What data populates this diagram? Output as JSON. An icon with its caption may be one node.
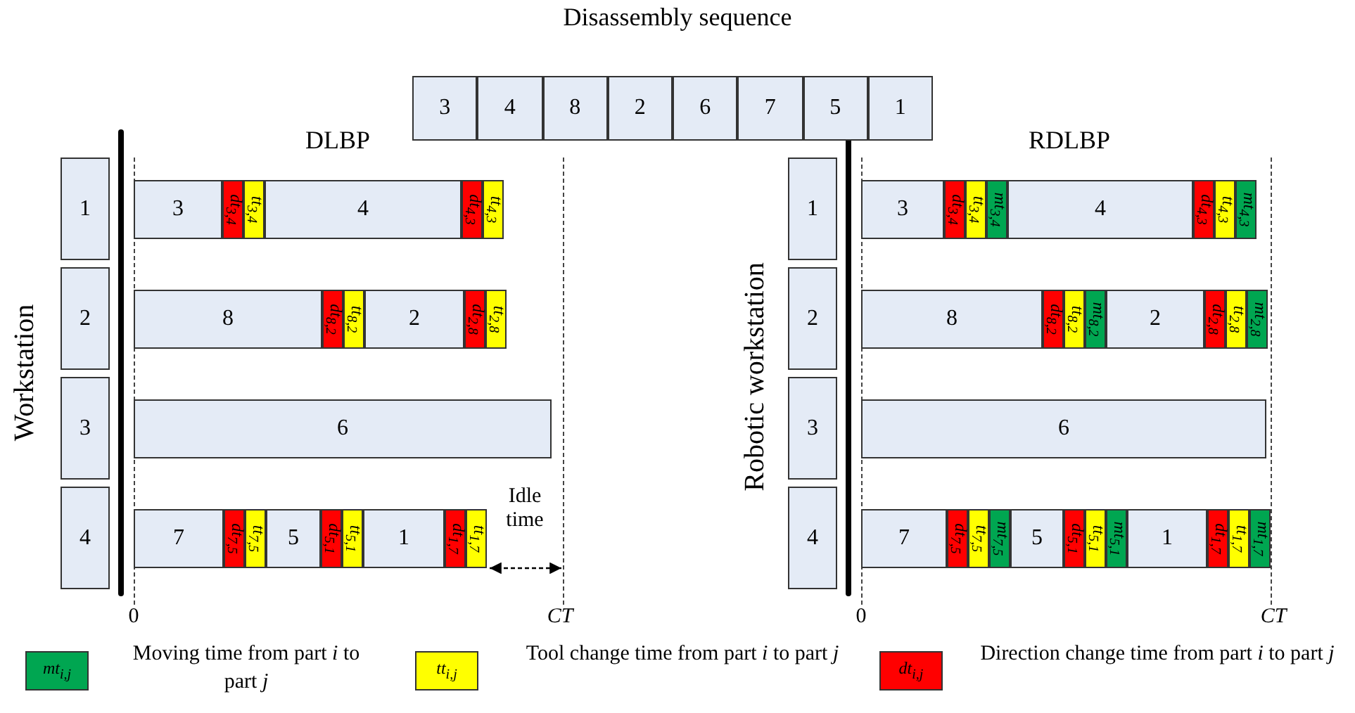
{
  "diagram": {
    "title": "Disassembly sequence",
    "nodes": [
      {
        "text": [
          "3"
        ]
      },
      {
        "text": [
          "4"
        ]
      },
      {
        "text": [
          "8"
        ]
      },
      {
        "text": [
          "2"
        ]
      },
      {
        "text": [
          "6"
        ]
      },
      {
        "text": [
          "7"
        ]
      },
      {
        "text": [
          "5"
        ]
      },
      {
        "text": [
          "1"
        ]
      },
      {
        "text": [
          "1"
        ]
      },
      {
        "text": [
          "2"
        ]
      },
      {
        "text": [
          "3"
        ]
      },
      {
        "text": [
          "4"
        ]
      },
      {
        "text": [
          "3"
        ]
      },
      {
        "text": [
          "dt$_{3,4}$"
        ]
      },
      {
        "text": [
          "tt$_{3,4}$"
        ]
      },
      {
        "text": [
          "4"
        ]
      },
      {
        "text": [
          "dt$_{4,3}$"
        ]
      },
      {
        "text": [
          "tt$_{4,3}$"
        ]
      },
      {
        "text": [
          "8"
        ]
      },
      {
        "text": [
          "dt$_{8,2}$"
        ]
      },
      {
        "text": [
          "tt$_{8,2}$"
        ]
      },
      {
        "text": [
          "2"
        ]
      },
      {
        "text": [
          "dt$_{2,8}$"
        ]
      },
      {
        "text": [
          "tt$_{2,8}$"
        ]
      },
      {
        "text": [
          "6"
        ]
      },
      {
        "text": [
          "7"
        ]
      },
      {
        "text": [
          "dt$_{7,5}$"
        ]
      },
      {
        "text": [
          "tt$_{7,5}$"
        ]
      },
      {
        "text": [
          "5"
        ]
      },
      {
        "text": [
          "dt$_{5,1}$"
        ]
      },
      {
        "text": [
          "tt$_{5,1}$"
        ]
      },
      {
        "text": [
          "1"
        ]
      },
      {
        "text": [
          "dt$_{1,7}$"
        ]
      },
      {
        "text": [
          "tt$_{1,7}$"
        ]
      },
      {
        "text": [
          "1"
        ]
      },
      {
        "text": [
          "2"
        ]
      },
      {
        "text": [
          "3"
        ]
      },
      {
        "text": [
          "4"
        ]
      },
      {
        "text": [
          "3"
        ]
      },
      {
        "text": [
          "dt$_{3,4}$"
        ]
      },
      {
        "text": [
          "tt$_{3,4}$"
        ]
      },
      {
        "text": [
          "mt$_{3,4}$"
        ]
      },
      {
        "text": [
          "4"
        ]
      },
      {
        "text": [
          "dt$_{4,3}$"
        ]
      },
      {
        "text": [
          "tt$_{4,3}$"
        ]
      },
      {
        "text": [
          "mt$_{4,3}$"
        ]
      },
      {
        "text": [
          "8"
        ]
      },
      {
        "text": [
          "dt$_{8,2}$"
        ]
      },
      {
        "text": [
          "tt$_{8,2}$"
        ]
      },
      {
        "text": [
          "mt$_{8,2}$"
        ]
      },
      {
        "text": [
          "2"
        ]
      },
      {
        "text": [
          "dt$_{2,8}$"
        ]
      },
      {
        "text": [
          "tt$_{2,8}$"
        ]
      },
      {
        "text": [
          "mt$_{2,8}$"
        ]
      },
      {
        "text": [
          "6"
        ]
      },
      {
        "text": [
          "7"
        ]
      },
      {
        "text": [
          "dt$_{7,5}$"
        ]
      },
      {
        "text": [
          "tt$_{7,5}$"
        ]
      },
      {
        "text": [
          "mt$_{7,5}$"
        ]
      },
      {
        "text": [
          "5"
        ]
      },
      {
        "text": [
          "dt$_{5,1}$"
        ]
      },
      {
        "text": [
          "tt$_{5,1}$"
        ]
      },
      {
        "text": [
          "mt$_{5,1}$"
        ]
      },
      {
        "text": [
          "1"
        ]
      },
      {
        "text": [
          "dt$_{1,7}$"
        ]
      },
      {
        "text": [
          "tt$_{1,7}$"
        ]
      },
      {
        "text": [
          "mt$_{1,7}$"
        ]
      }
    ],
    "labels": [
      "DLBP",
      "Workstation",
      "Idle time",
      "0",
      "CT",
      "RDLBP",
      "Robotic workstation",
      "0",
      "CT",
      "mt$_{i,j}$",
      "tt$_{i,j}$",
      "dt$_{i,j}$"
    ],
    "legend": [
      {
        "text": "Moving time from part *i* to part *j*",
        "color": "#00a651"
      },
      {
        "text": "Tool change time from part *i* to part *j*",
        "color": "#ffff00"
      },
      {
        "text": "Direction change time from part *i* to part *j*",
        "color": "#ff0000"
      }
    ]
  }
}
